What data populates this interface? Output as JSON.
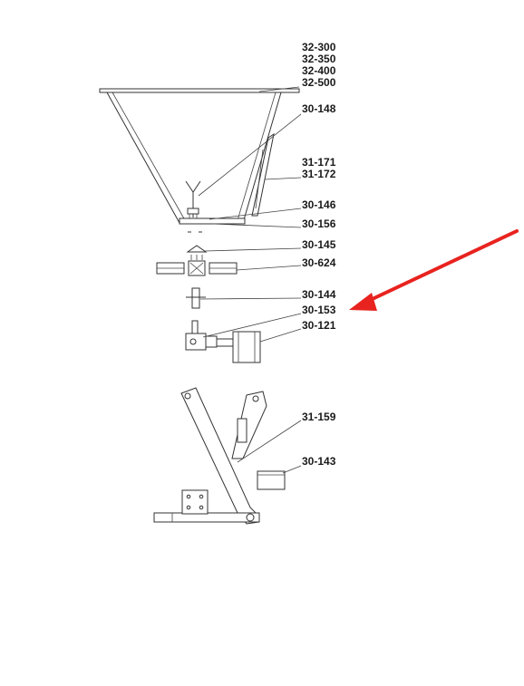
{
  "labels": {
    "l32300": "32-300",
    "l32350": "32-350",
    "l32400": "32-400",
    "l32500": "32-500",
    "l30148": "30-148",
    "l31171": "31-171",
    "l31172": "31-172",
    "l30146": "30-146",
    "l30156": "30-156",
    "l30145": "30-145",
    "l30624": "30-624",
    "l30144": "30-144",
    "l30153": "30-153",
    "l30121": "30-121",
    "l31159": "31-159",
    "l30143": "30-143"
  },
  "colors": {
    "arrow": "#e8231f",
    "line": "#333333",
    "label": "#1a1a1a"
  }
}
